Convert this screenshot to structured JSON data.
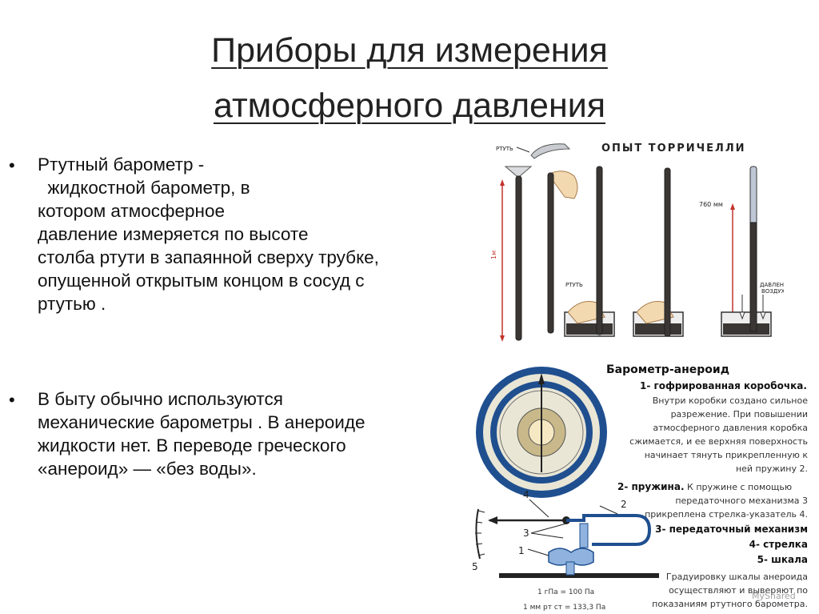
{
  "title": {
    "line1": "Приборы для измерения",
    "line2": "атмосферного давления"
  },
  "bullets": [
    {
      "marker": "•",
      "lines": [
        "Ртутный барометр -",
        "  жидкостной барометр, в",
        "котором атмосферное",
        "давление измеряется по высоте",
        "столба ртути в запаянной сверху трубке,",
        "опущенной открытым концом в сосуд с",
        "ртутью ."
      ]
    },
    {
      "marker": "•",
      "lines": [
        "В быту обычно используются",
        "механические барометры . В анероиде",
        "жидкости нет. В переводе греческого",
        "«анероид» — «без воды»."
      ]
    }
  ],
  "torricelli": {
    "heading": "ОПЫТ ТОРРИЧЕЛЛИ",
    "label_mercury_top": "РТУТЬ",
    "label_mercury_mid": "РТУТЬ",
    "label_height": "1м",
    "label_760": "760 мм",
    "label_air_pressure_1": "ДАВЛЕНИЕ",
    "label_air_pressure_2": "ВОЗДУХА"
  },
  "aneroid": {
    "heading": "Барометр-анероид",
    "item1_title": "1- гофрированная коробочка.",
    "item1_lines": [
      "Внутри коробки создано сильное",
      "разрежение. При повышении",
      "атмосферного давления коробка",
      "сжимается, и ее верхняя  поверхность",
      "начинает тянуть   прикрепленную к",
      "ней пружину 2."
    ],
    "item2_title": "2- пружина.",
    "item2_tail": " К пружине с помощью",
    "item2_lines": [
      "передаточного механизма 3",
      "прикреплена стрелка-указатель 4."
    ],
    "item3": "3- передаточный механизм",
    "item4": "4- стрелка",
    "item5": "5- шкала",
    "footer_lines": [
      "Градуировку шкалы анероида",
      "осуществляют и выверяют по",
      "показаниям ртутного барометра."
    ],
    "unit1": "1 гПа = 100 Па",
    "unit2": "1 мм рт ст = 133,3 Па",
    "watermark": "MyShared",
    "diagram_numbers": [
      "1",
      "2",
      "3",
      "4",
      "5"
    ]
  },
  "colors": {
    "mercury": "#3a3633",
    "dial_blue": "#1f4f8f",
    "dial_face": "#e9e6d6",
    "hand": "#f3d9b0"
  }
}
